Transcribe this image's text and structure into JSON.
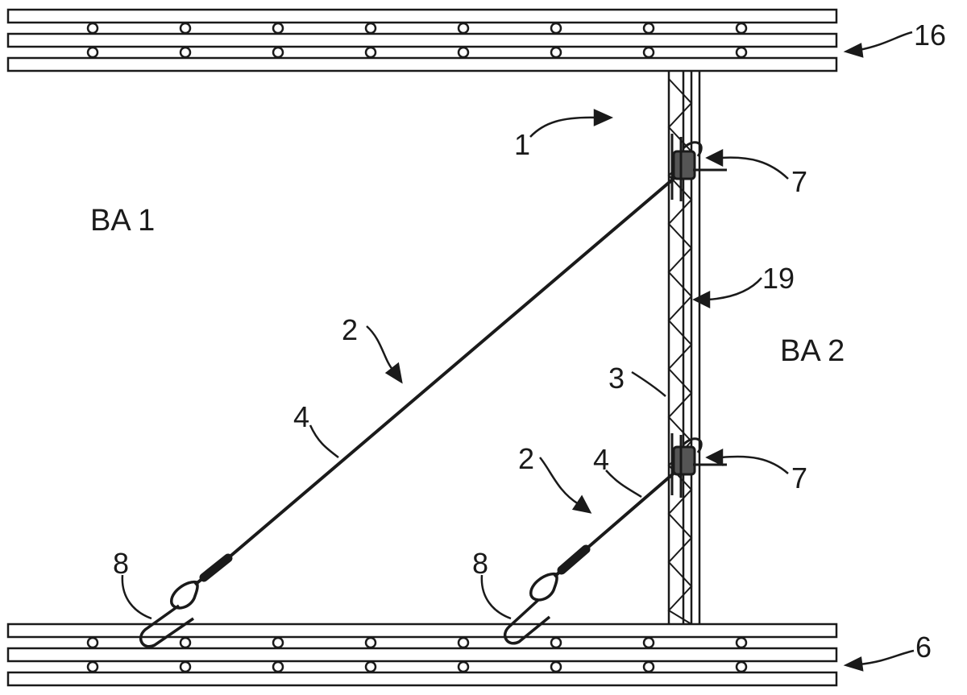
{
  "labels": {
    "ref_16": "16",
    "ref_1": "1",
    "ref_7_upper": "7",
    "ref_7_lower": "7",
    "ref_19": "19",
    "ref_3": "3",
    "ref_2_long": "2",
    "ref_2_short": "2",
    "ref_4_long": "4",
    "ref_4_short": "4",
    "ref_8_left": "8",
    "ref_8_right": "8",
    "ref_6": "6",
    "zone_ba1": "BA 1",
    "zone_ba2": "BA 2"
  },
  "colors": {
    "line": "#1a1a1a",
    "background": "#ffffff",
    "clamp_fill": "#555555"
  }
}
